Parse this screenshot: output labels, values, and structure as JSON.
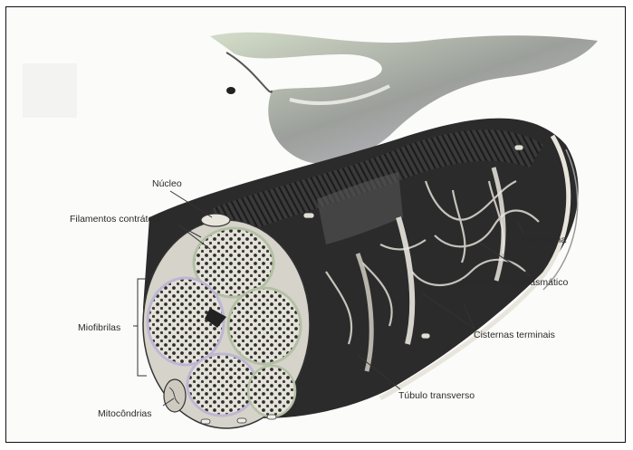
{
  "labels": {
    "nucleo": "Núcleo",
    "filamentos": "Filamentos contráteis",
    "miofibrilas": "Miofibrilas",
    "mitocondrias": "Mitocôndrias",
    "sarcolema": "Sarcolema",
    "reticulo": "Retículo sarcoplasmático",
    "cisternas": "Cisternas terminais",
    "tubulo": "Túbulo transverso"
  },
  "colors": {
    "ink": "#2a2a2a",
    "frame": "#111111",
    "tissue_dark": "#2b2b2b",
    "tissue_mid": "#6e6e6e",
    "tissue_light": "#d9d6cf",
    "tint_green": "#b9c9a6",
    "tint_violet": "#c4bcd6"
  }
}
